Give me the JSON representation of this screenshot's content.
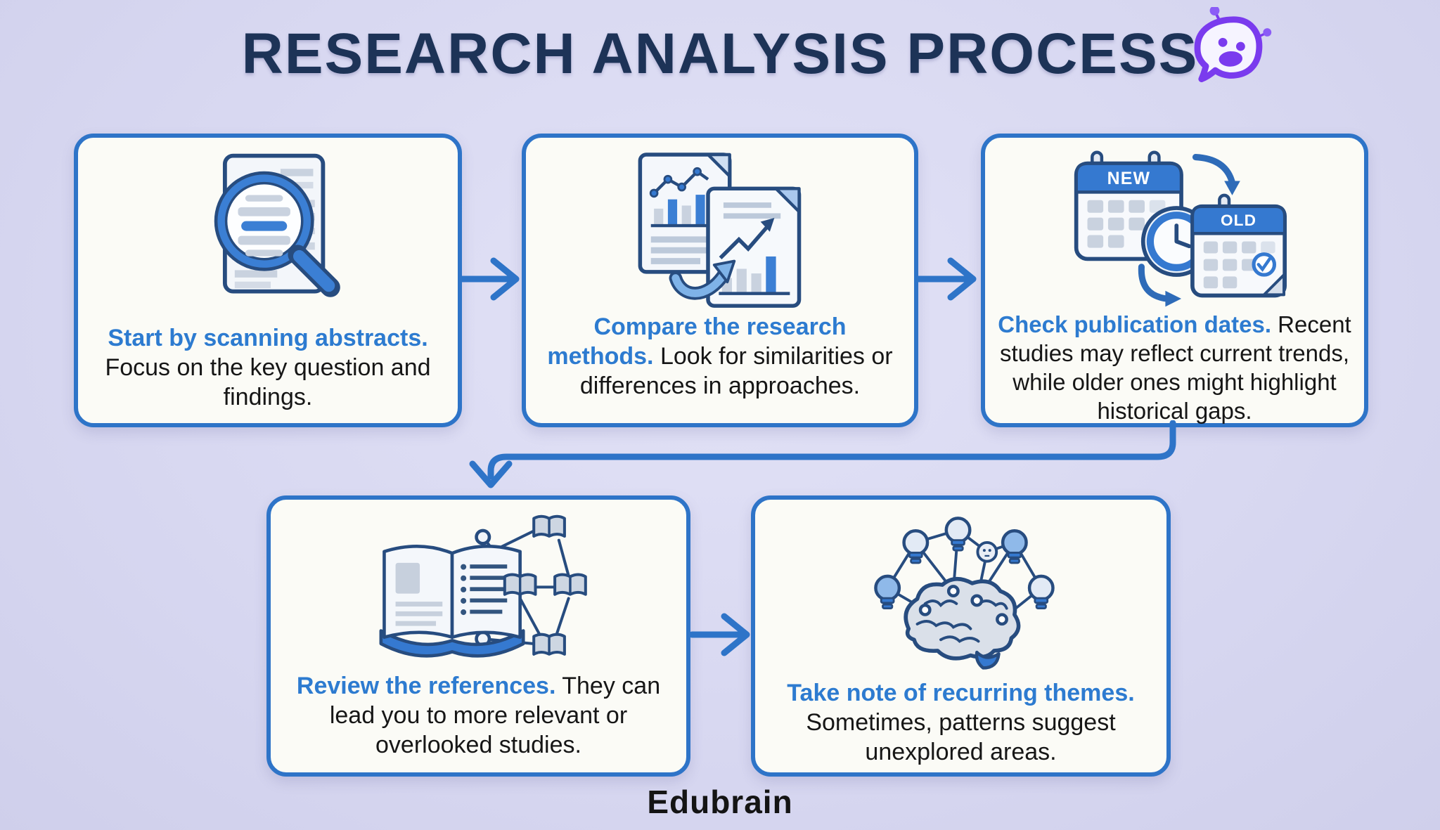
{
  "page": {
    "title": "RESEARCH ANALYSIS PROCESS",
    "brand": "Edubrain"
  },
  "colors": {
    "background": "#d8d8f1",
    "box_background": "#fbfbf6",
    "box_border": "#2e74c8",
    "accent_blue": "#2d7bd0",
    "title_navy": "#1d3357",
    "body_text": "#161616",
    "icon_outline_navy": "#274c7f",
    "icon_mid_blue": "#3b7fd4",
    "icon_light_blue": "#cfe0f5",
    "icon_gray": "#c9d2df",
    "mascot_purple": "#7a3bee"
  },
  "steps": [
    {
      "icon": "scan-abstracts-icon",
      "lead": "Start by scanning abstracts.",
      "body": " Focus on the key question and findings."
    },
    {
      "icon": "compare-methods-icon",
      "lead": "Compare the research methods.",
      "body": " Look for similarities or differences in approaches."
    },
    {
      "icon": "publication-dates-icon",
      "lead": "Check publication dates.",
      "body": " Recent studies may reflect current trends, while older ones might highlight historical gaps.",
      "icon_labels": {
        "new": "NEW",
        "old": "OLD"
      }
    },
    {
      "icon": "references-network-icon",
      "lead": "Review the references.",
      "body": " They can lead you to more relevant or overlooked studies."
    },
    {
      "icon": "recurring-themes-icon",
      "lead": "Take note of recurring themes.",
      "body": " Sometimes, patterns suggest unexplored areas."
    }
  ]
}
